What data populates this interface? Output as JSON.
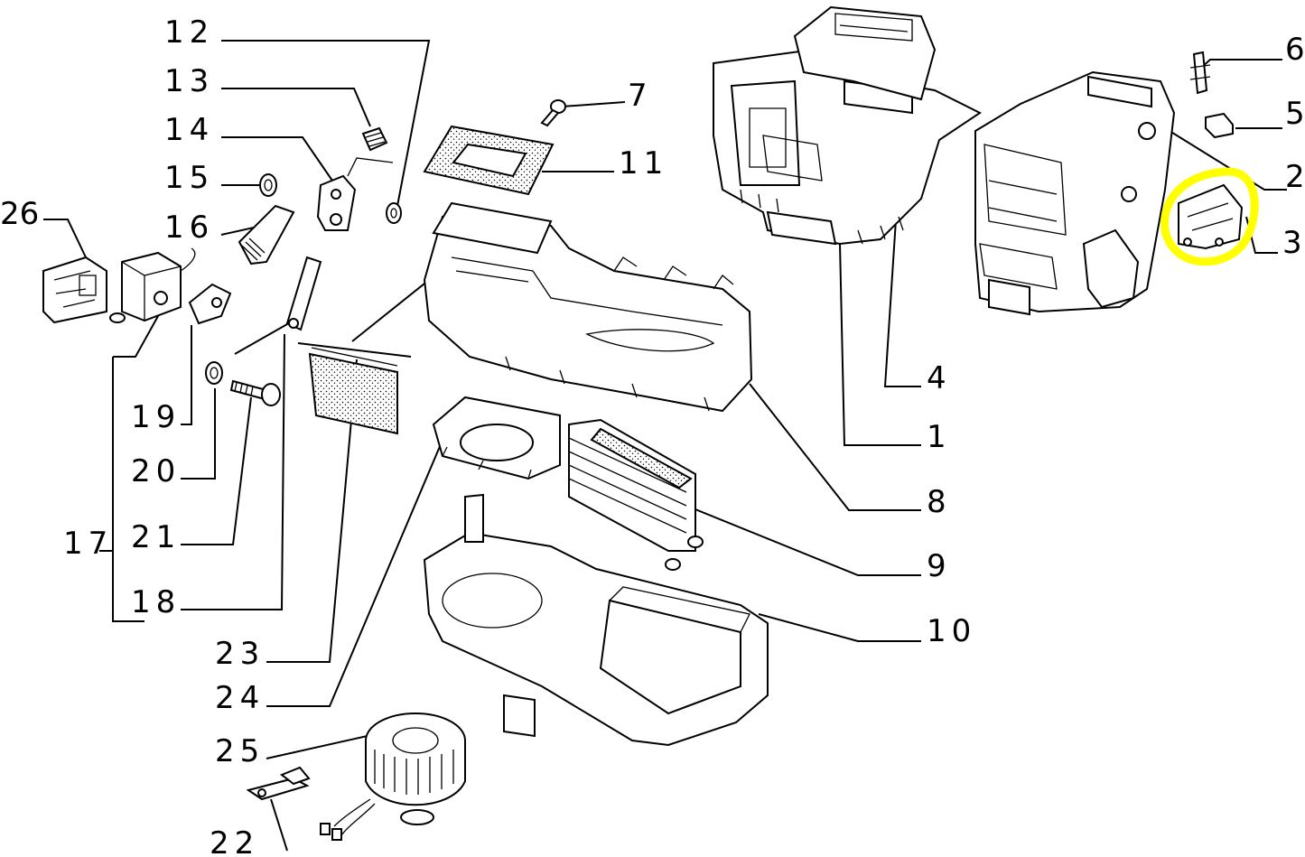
{
  "diagram": {
    "callouts": [
      {
        "id": "c12",
        "text": "12"
      },
      {
        "id": "c13",
        "text": "13"
      },
      {
        "id": "c14",
        "text": "14"
      },
      {
        "id": "c15",
        "text": "15"
      },
      {
        "id": "c16",
        "text": "16"
      },
      {
        "id": "c26",
        "text": "26"
      },
      {
        "id": "c19",
        "text": "19"
      },
      {
        "id": "c20",
        "text": "20"
      },
      {
        "id": "c17",
        "text": "17"
      },
      {
        "id": "c21",
        "text": "21"
      },
      {
        "id": "c18",
        "text": "18"
      },
      {
        "id": "c23",
        "text": "23"
      },
      {
        "id": "c24",
        "text": "24"
      },
      {
        "id": "c25",
        "text": "25"
      },
      {
        "id": "c22",
        "text": "22"
      },
      {
        "id": "c7",
        "text": "7"
      },
      {
        "id": "c11",
        "text": "11"
      },
      {
        "id": "c6",
        "text": "6"
      },
      {
        "id": "c5",
        "text": "5"
      },
      {
        "id": "c2",
        "text": "2"
      },
      {
        "id": "c3",
        "text": "3"
      },
      {
        "id": "c4",
        "text": "4"
      },
      {
        "id": "c1",
        "text": "1"
      },
      {
        "id": "c8",
        "text": "8"
      },
      {
        "id": "c9",
        "text": "9"
      },
      {
        "id": "c10",
        "text": "10"
      }
    ],
    "highlight_color": "#ffff00"
  }
}
